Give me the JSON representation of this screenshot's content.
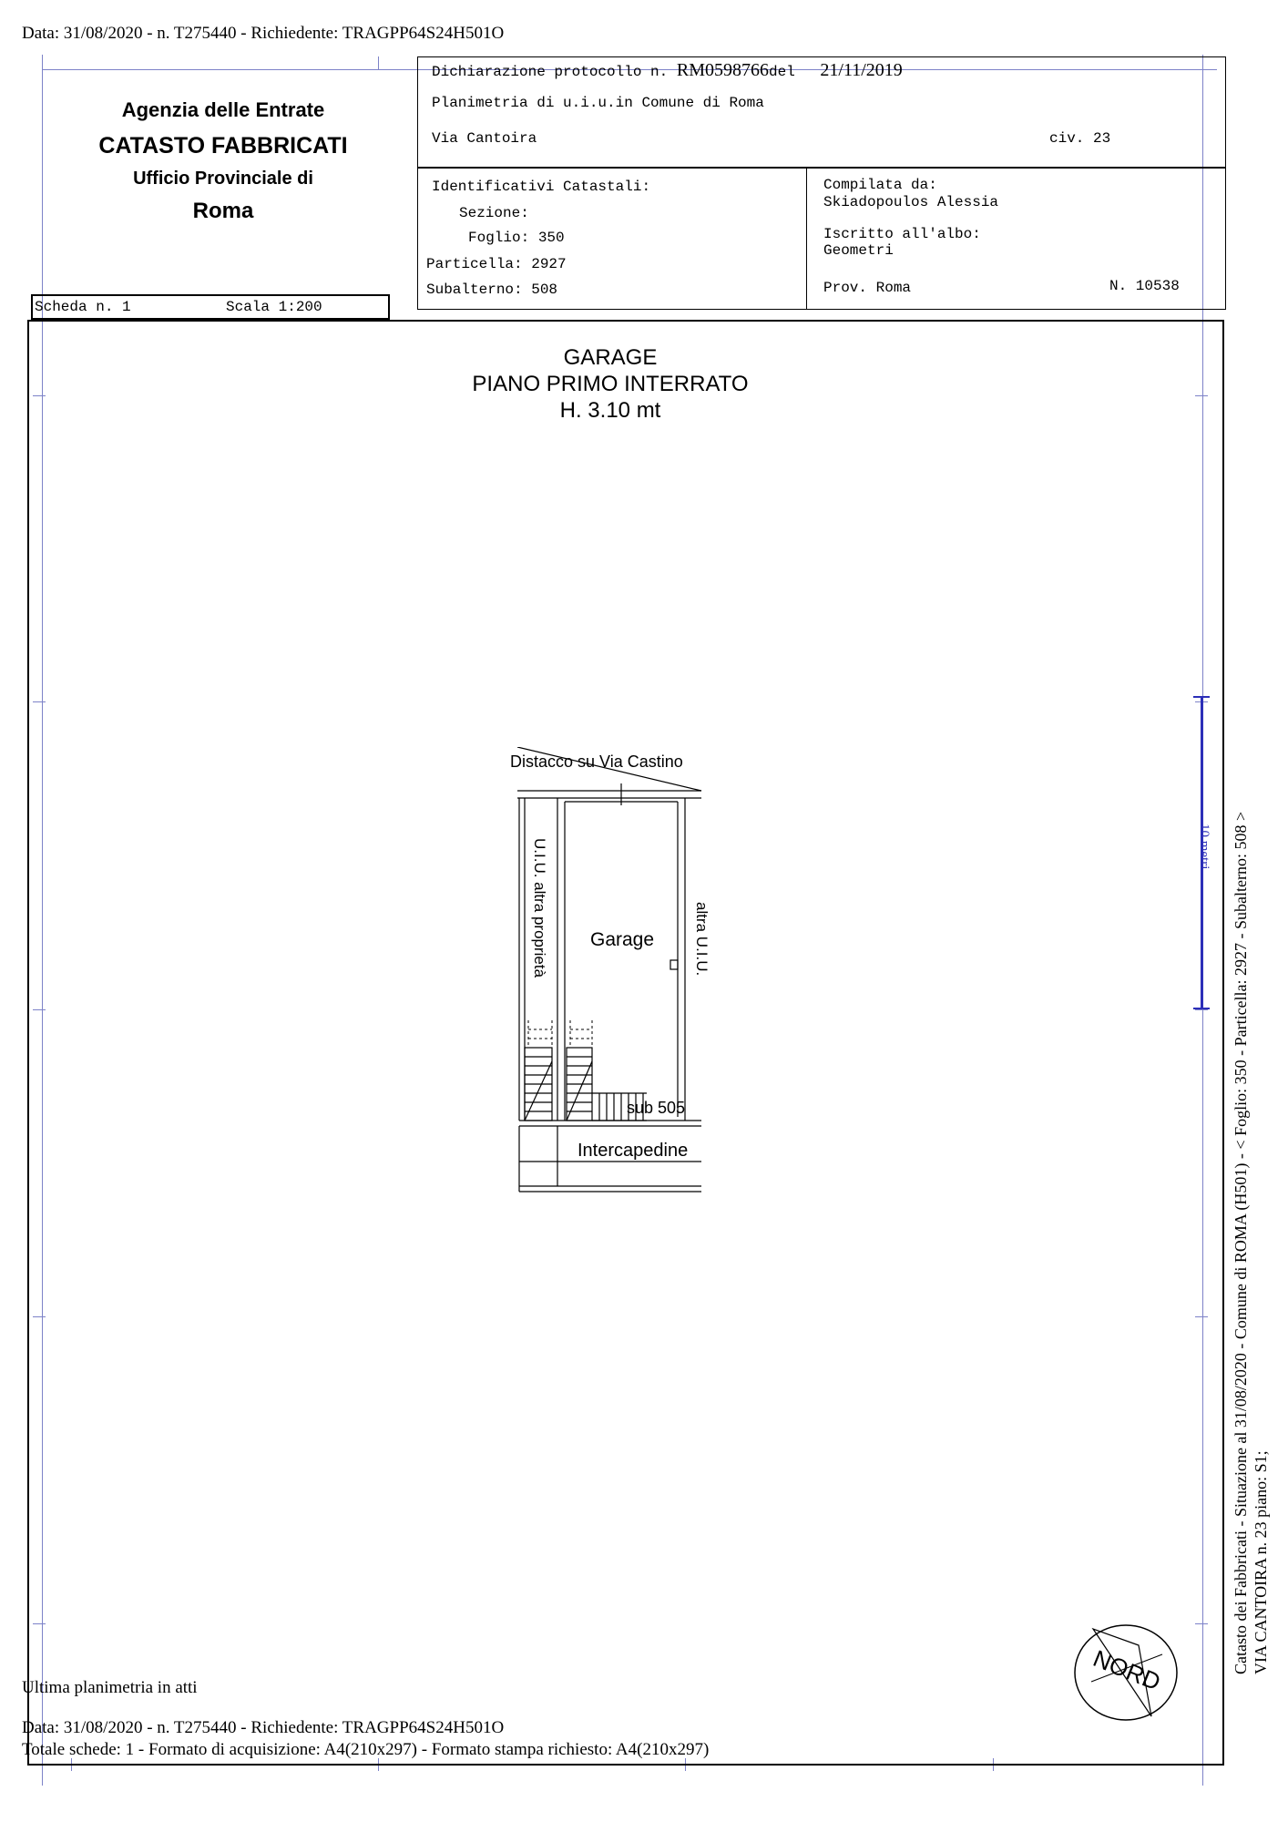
{
  "header": {
    "top_line": "Data: 31/08/2020 - n. T275440 - Richiedente: TRAGPP64S24H501O"
  },
  "agency": {
    "line1": "Agenzia delle Entrate",
    "line2": "CATASTO FABBRICATI",
    "line3": "Ufficio Provinciale di",
    "line4": "Roma"
  },
  "declaration": {
    "label": "Dichiarazione protocollo n.",
    "number": "RM0598766",
    "del_label": "del",
    "date": "21/11/2019",
    "planimetria": "Planimetria di u.i.u.in Comune di Roma",
    "street": "Via Cantoira",
    "civ": "civ. 23"
  },
  "identifiers": {
    "title": "Identificativi Catastali:",
    "sezione": "Sezione:",
    "foglio": "Foglio: 350",
    "particella": "Particella: 2927",
    "subalterno": "Subalterno: 508"
  },
  "compiler": {
    "label": "Compilata da:",
    "name": "Skiadopoulos Alessia",
    "albo_label": "Iscritto all'albo:",
    "albo": "Geometri",
    "prov": "Prov. Roma",
    "n": "N. 10538"
  },
  "scheda": {
    "scheda": "Scheda n. 1",
    "scala": "Scala 1:200"
  },
  "plan": {
    "title1": "GARAGE",
    "title2": "PIANO PRIMO INTERRATO",
    "title3": "H. 3.10 mt",
    "distacco": "Distacco su Via Castino",
    "garage": "Garage",
    "left_label": "U.I.U. altra proprietà",
    "right_label": "altra U.I.U.",
    "sub": "sub 505",
    "intercapedine": "Intercapedine",
    "scale_label": "10 metri",
    "north": "NORD"
  },
  "side": {
    "line1": "Catasto dei Fabbricati - Situazione al 31/08/2020 - Comune di ROMA (H501) - < Foglio: 350 - Particella: 2927 - Subalterno: 508 >",
    "line2": "VIA CANTOIRA n. 23 piano: S1;"
  },
  "footer": {
    "ultima": "Ultima planimetria in atti",
    "data": "Data: 31/08/2020 - n. T275440 - Richiedente: TRAGPP64S24H501O",
    "totale": "Totale schede: 1 - Formato di acquisizione: A4(210x297) - Formato stampa richiesto: A4(210x297)"
  }
}
